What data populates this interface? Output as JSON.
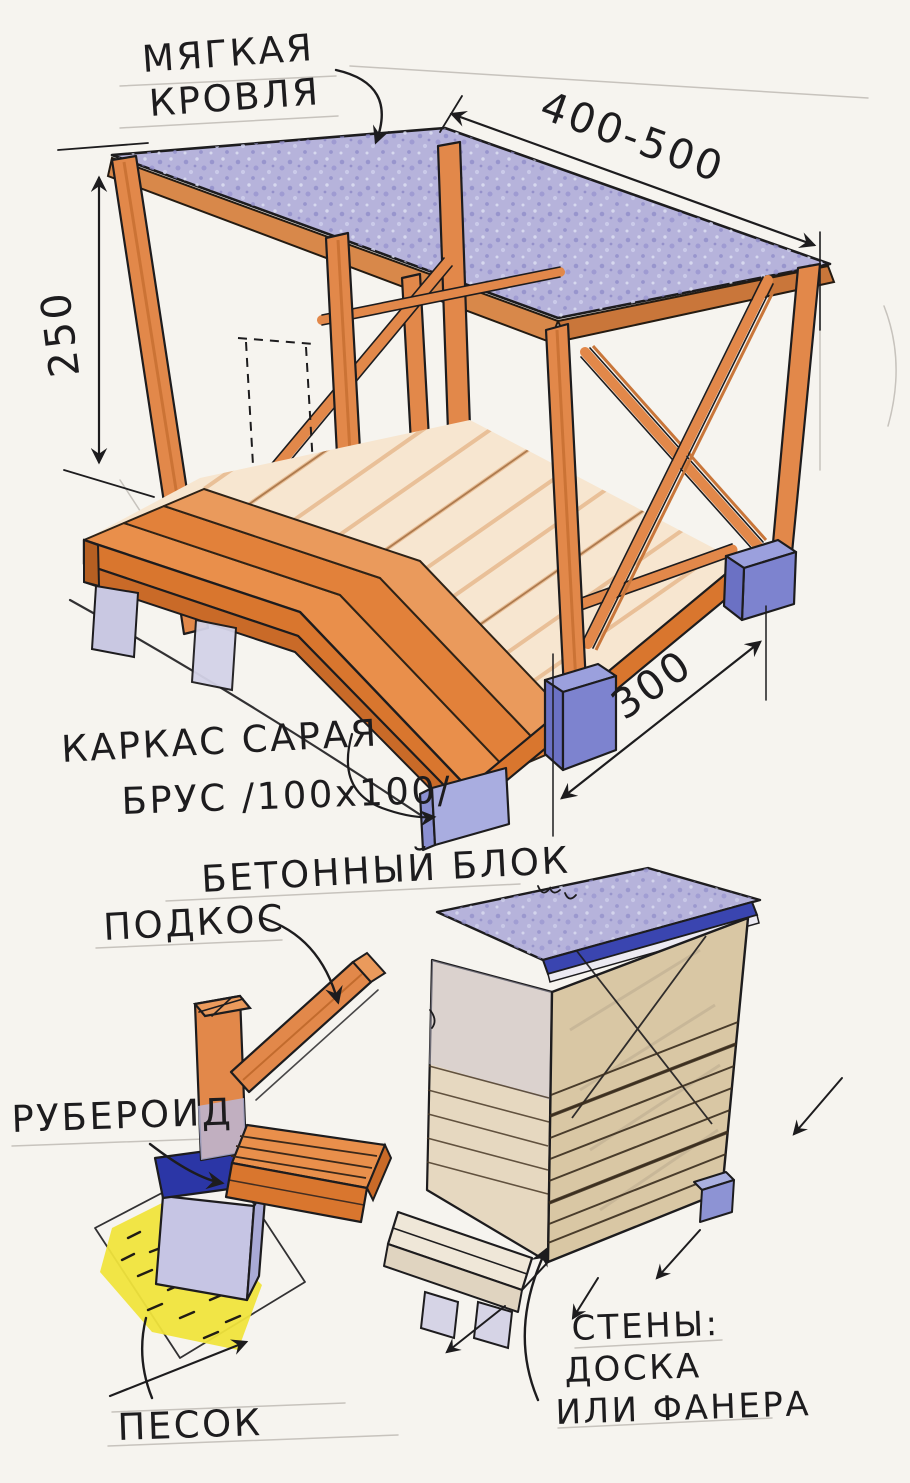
{
  "labels": {
    "soft_roof_line1": "МЯГКАЯ",
    "soft_roof_line2": "КРОВЛЯ",
    "frame_line1": "КАРКАС САРАЯ",
    "frame_line2": "БРУС /100x100/",
    "concrete_block": "БЕТОННЫЙ БЛОК",
    "brace": "ПОДКОС",
    "roofing_felt": "РУБЕРОИД",
    "sand": "ПЕСОК",
    "walls_line1": "СТЕНЫ:",
    "walls_line2": "ДОСКА",
    "walls_line3": "ИЛИ ФАНЕРА"
  },
  "dimensions": {
    "roof_span": "400-500",
    "wall_height": "250",
    "base_depth": "300"
  },
  "colors": {
    "paper": "#f6f4ef",
    "ink": "#1d1c1e",
    "wood_orange": "#e2884a",
    "roof_lavender": "#b6b3db",
    "roofing_felt_blue": "#2b36a6",
    "fascia_blue": "#3a45b0",
    "concrete_block_periwinkle": "#7d83cf",
    "concrete_block_light": "#c6c5e4",
    "sand_yellow": "#f0e43c",
    "wall_tan": "#d9c7a4",
    "floor_pale": "#f7e6d0"
  }
}
